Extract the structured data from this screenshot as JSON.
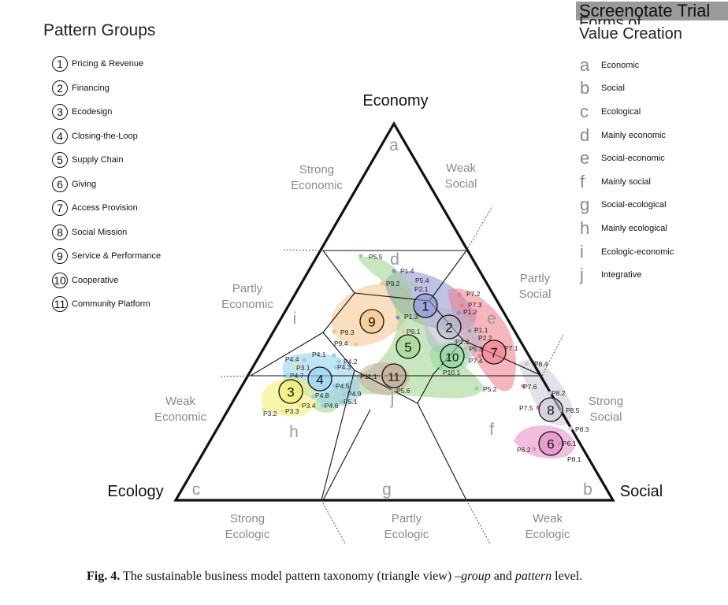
{
  "watermark": "Screenotate Trial",
  "pattern_groups": {
    "title": "Pattern Groups",
    "items": [
      {
        "num": "1",
        "label": "Pricing & Revenue"
      },
      {
        "num": "2",
        "label": "Financing"
      },
      {
        "num": "3",
        "label": "Ecodesign"
      },
      {
        "num": "4",
        "label": "Closing-the-Loop"
      },
      {
        "num": "5",
        "label": "Supply Chain"
      },
      {
        "num": "6",
        "label": "Giving"
      },
      {
        "num": "7",
        "label": "Access Provision"
      },
      {
        "num": "8",
        "label": "Social Mission"
      },
      {
        "num": "9",
        "label": "Service & Performance"
      },
      {
        "num": "10",
        "label": "Cooperative"
      },
      {
        "num": "11",
        "label": "Community Platform"
      }
    ]
  },
  "forms": {
    "title_line1": "Forms of",
    "title_line2": "Value Creation",
    "items": [
      {
        "letter": "a",
        "label": "Economic"
      },
      {
        "letter": "b",
        "label": "Social"
      },
      {
        "letter": "c",
        "label": "Ecological"
      },
      {
        "letter": "d",
        "label": "Mainly economic"
      },
      {
        "letter": "e",
        "label": "Social-economic"
      },
      {
        "letter": "f",
        "label": "Mainly social"
      },
      {
        "letter": "g",
        "label": "Social-ecological"
      },
      {
        "letter": "h",
        "label": "Mainly ecological"
      },
      {
        "letter": "i",
        "label": "Ecologic-economic"
      },
      {
        "letter": "j",
        "label": "Integrative"
      }
    ]
  },
  "triangle": {
    "vertices": {
      "top": "Economy",
      "left": "Ecology",
      "right": "Social"
    },
    "zone_letters": [
      "a",
      "b",
      "c",
      "d",
      "e",
      "f",
      "g",
      "h",
      "i",
      "j"
    ],
    "side_labels": {
      "strong_economic": [
        "Strong",
        "Economic"
      ],
      "weak_social": [
        "Weak",
        "Social"
      ],
      "partly_economic": [
        "Partly",
        "Economic"
      ],
      "partly_social": [
        "Partly",
        "Social"
      ],
      "weak_economic": [
        "Weak",
        "Economic"
      ],
      "strong_social": [
        "Strong",
        "Social"
      ],
      "strong_ecologic": [
        "Strong",
        "Ecologic"
      ],
      "partly_ecologic": [
        "Partly",
        "Ecologic"
      ],
      "weak_ecologic": [
        "Weak",
        "Ecologic"
      ]
    },
    "group_colors": {
      "1": "#8a8fd0",
      "2": "#b8b8c8",
      "3": "#f2ef6a",
      "4": "#8fd0ee",
      "5": "#9cd38a",
      "6": "#e38ac4",
      "7": "#f07a86",
      "8": "#c9cbd8",
      "9": "#f4c48a",
      "10": "#8fd8a0",
      "11": "#c8a89a"
    },
    "group_markers": [
      "1",
      "2",
      "3",
      "4",
      "5",
      "6",
      "7",
      "8",
      "9",
      "10",
      "11"
    ],
    "patterns": [
      "P1.1",
      "P1.2",
      "P1.3",
      "P1.4",
      "P2.1",
      "P2.2",
      "P2.3",
      "P3.1",
      "P3.2",
      "P3.3",
      "P3.4",
      "P4.1",
      "P4.2",
      "P4.3",
      "P4.4",
      "P4.5",
      "P4.6",
      "P4.7",
      "P4.8",
      "P4.9",
      "P5.1",
      "P5.2",
      "P5.3",
      "P5.4",
      "P5.5",
      "P5.6",
      "P6.1",
      "P6.2",
      "P7.1",
      "P7.2",
      "P7.3",
      "P7.4",
      "P7.5",
      "P7.6",
      "P8.1",
      "P8.2",
      "P8.3",
      "P8.4",
      "P8.5",
      "P9.1",
      "P9.2",
      "P9.3",
      "P9.4",
      "P10.1",
      "P11.1"
    ]
  },
  "caption": {
    "fig": "Fig. 4.",
    "text1": " The sustainable business model pattern taxonomy (triangle view) –",
    "group": "group",
    "and": " and ",
    "pattern": "pattern",
    "level": " level."
  }
}
